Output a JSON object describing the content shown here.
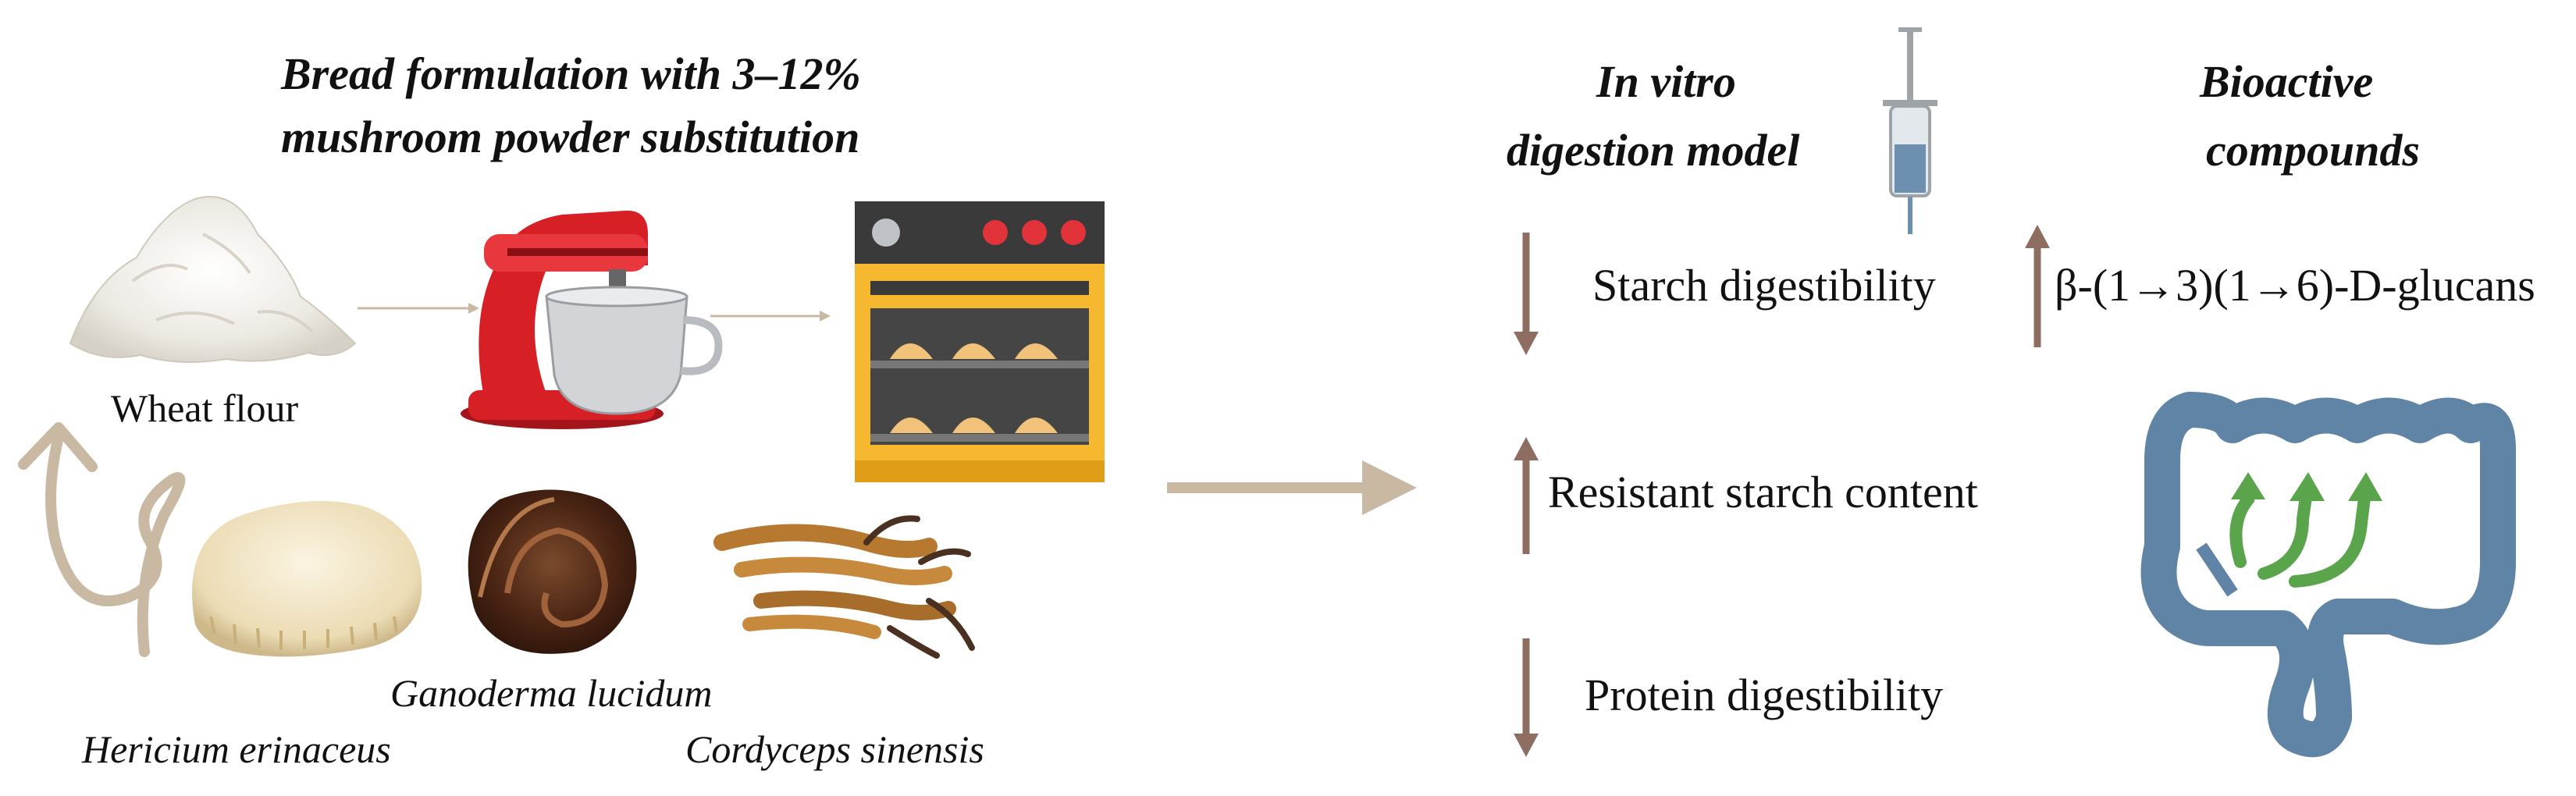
{
  "left_panel": {
    "title_line1": "Bread formulation with 3–12%",
    "title_line2": "mushroom powder substitution",
    "wheat_flour_label": "Wheat flour",
    "mushrooms": [
      {
        "label": "Hericium erinaceus"
      },
      {
        "label": "Ganoderma lucidum"
      },
      {
        "label": "Cordyceps sinensis"
      }
    ]
  },
  "right_panel": {
    "digestion_title_line1": "In vitro",
    "digestion_title_line2": "digestion model",
    "bioactive_title_line1": "Bioactive",
    "bioactive_title_line2": "compounds",
    "effects": [
      {
        "label": "Starch digestibility",
        "direction": "down"
      },
      {
        "label": "Resistant starch content",
        "direction": "up"
      },
      {
        "label": "Protein digestibility",
        "direction": "down"
      }
    ],
    "bioactive": {
      "label": "β-(1→3)(1→6)-D-glucans",
      "direction": "up"
    }
  },
  "colors": {
    "arrow_brown": "#8f6e62",
    "arrow_beige": "#c9b8a2",
    "mixer_red": "#d71f26",
    "oven_yellow": "#f5b82e",
    "oven_dark": "#3a3a3a",
    "gut_blue": "#5f84a6",
    "gut_green": "#5aa54b"
  },
  "icons": [
    "flour-pile-icon",
    "stand-mixer-icon",
    "oven-icon",
    "syringe-icon",
    "intestine-icon",
    "hericium-icon",
    "ganoderma-icon",
    "cordyceps-icon"
  ]
}
